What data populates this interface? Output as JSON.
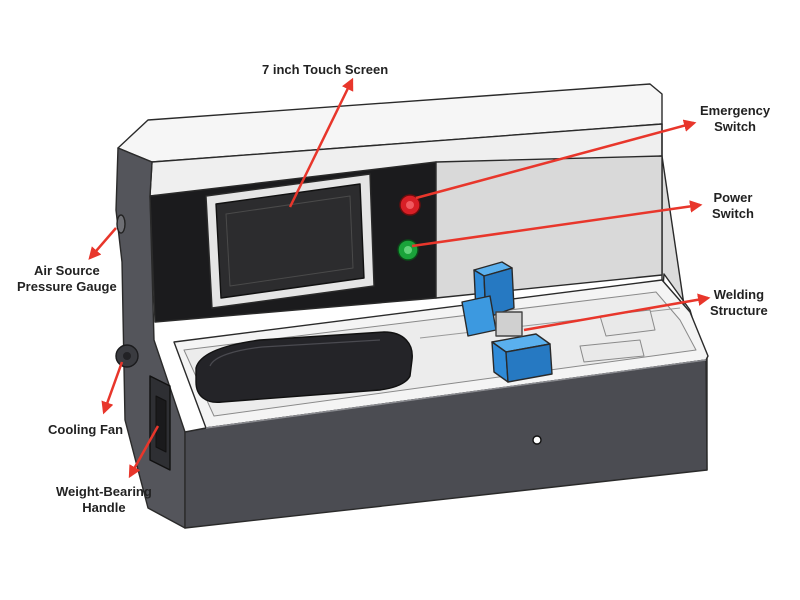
{
  "colors": {
    "arrow": "#e8362b",
    "casing_dark": "#4b4c52",
    "casing_light": "#f3f3f3",
    "outline": "#2a2a2a",
    "screen_frame": "#e5e5e5",
    "screen_face": "#2c2c2e",
    "panel_black": "#1b1b1d",
    "emergency_red": "#d81f26",
    "power_green": "#1aa33a",
    "welder_blue": "#2f8bd8"
  },
  "labels": {
    "touch_screen": "7 inch Touch Screen",
    "emergency": {
      "line1": "Emergency",
      "line2": "Switch"
    },
    "power": {
      "line1": "Power",
      "line2": "Switch"
    },
    "welding": {
      "line1": "Welding",
      "line2": "Structure"
    },
    "air_source": {
      "line1": "Air Source",
      "line2": "Pressure Gauge"
    },
    "cooling_fan": "Cooling Fan",
    "handle": {
      "line1": "Weight-Bearing",
      "line2": "Handle"
    }
  }
}
